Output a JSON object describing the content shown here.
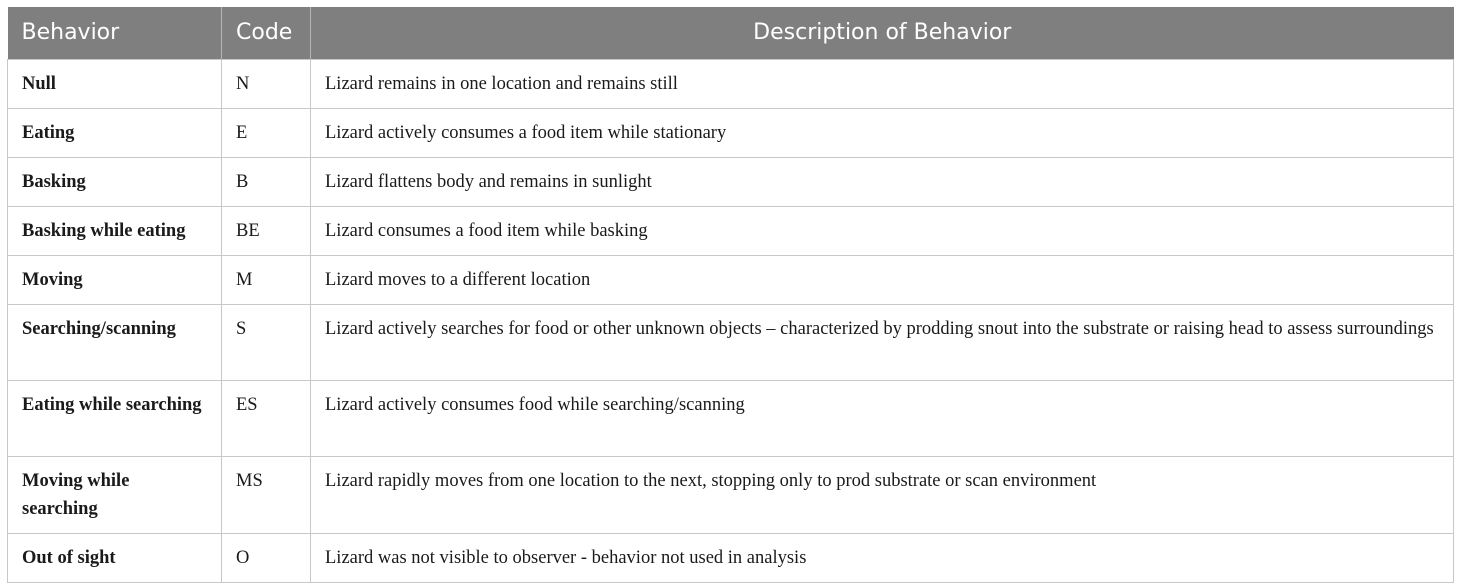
{
  "table": {
    "headers": [
      "Behavior",
      "Code",
      "Description of Behavior"
    ],
    "rows": [
      {
        "behavior": "Null",
        "code": "N",
        "description": "Lizard remains in one location and remains still"
      },
      {
        "behavior": "Eating",
        "code": "E",
        "description": "Lizard actively consumes a food item while stationary"
      },
      {
        "behavior": "Basking",
        "code": "B",
        "description": "Lizard flattens body and remains in sunlight"
      },
      {
        "behavior": "Basking while eating",
        "code": "BE",
        "description": "Lizard consumes a food item while basking"
      },
      {
        "behavior": "Moving",
        "code": "M",
        "description": "Lizard moves to a different location"
      },
      {
        "behavior": "Searching/scanning",
        "code": "S",
        "description": "Lizard actively searches for food or other unknown objects – characterized by prodding snout into the substrate or raising head to assess surroundings"
      },
      {
        "behavior": "Eating while searching",
        "code": "ES",
        "description": "Lizard actively consumes food while searching/scanning"
      },
      {
        "behavior": "Moving while searching",
        "code": "MS",
        "description": "Lizard rapidly moves from one location to the next, stopping only to prod substrate or scan environment"
      },
      {
        "behavior": "Out of sight",
        "code": "O",
        "description": "Lizard was not visible to observer - behavior not used in analysis"
      }
    ]
  },
  "colors": {
    "header_bg": "#7f7f7f",
    "header_text": "#ffffff",
    "border": "#c8c8c8"
  }
}
